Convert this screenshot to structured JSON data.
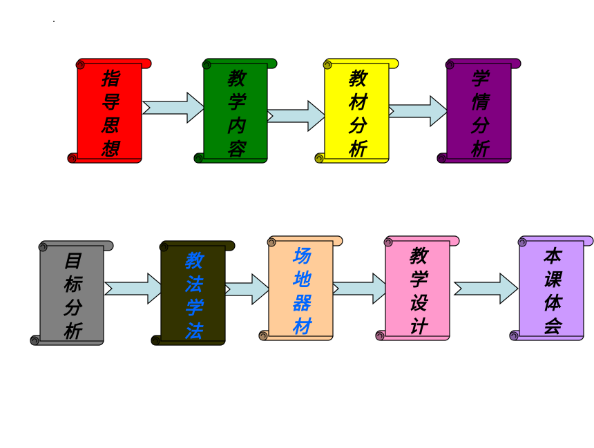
{
  "diagram": {
    "scrolls": [
      {
        "id": "guiding-thought",
        "label": "指导思想",
        "fill": "#ff0000",
        "text_color": "#000000"
      },
      {
        "id": "teaching-content",
        "label": "教学内容",
        "fill": "#008000",
        "text_color": "#000000"
      },
      {
        "id": "textbook-analysis",
        "label": "教材分析",
        "fill": "#ffff00",
        "text_color": "#000000"
      },
      {
        "id": "student-analysis",
        "label": "学情分析",
        "fill": "#800080",
        "text_color": "#000000"
      },
      {
        "id": "objective-analysis",
        "label": "目标分析",
        "fill": "#808080",
        "text_color": "#000000"
      },
      {
        "id": "teaching-method",
        "label": "教法学法",
        "fill": "#333300",
        "text_color": "#0066ff"
      },
      {
        "id": "venue-equipment",
        "label": "场地器材",
        "fill": "#ffcc99",
        "text_color": "#0066ff"
      },
      {
        "id": "teaching-design",
        "label": "教学设计",
        "fill": "#ff99cc",
        "text_color": "#000000"
      },
      {
        "id": "reflection",
        "label": "本课体会",
        "fill": "#cc99ff",
        "text_color": "#000000"
      }
    ],
    "arrow_color": "#bfe0e6"
  }
}
